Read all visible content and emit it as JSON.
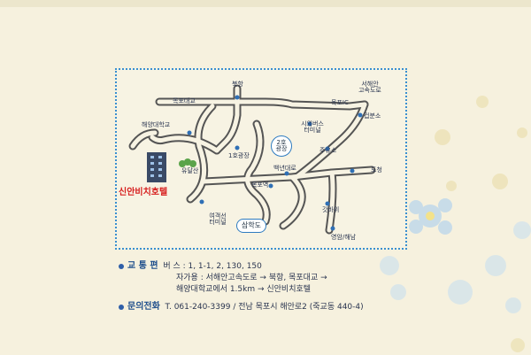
{
  "map": {
    "labels": {
      "north_port": "북항",
      "mokpo_bridge": "목포대교",
      "west_coast_expressway": "서해안\n고속도로",
      "ic": "목포IC",
      "compost": "컵분소",
      "maritime_univ": "해양대학교",
      "city_bus_terminal": "시외버스\n터미널",
      "yudalsan": "유달산",
      "first_plaza": "1호광장",
      "second_plaza": "2호\n광장",
      "gas_station": "주유소",
      "baengnyeon_road": "백년대로",
      "dodo": "도청",
      "mokpo_station": "목포역",
      "yeogaekseon_terminal": "여객선\n터미널",
      "samhakdo": "삼학도",
      "gatbawi": "갓바위",
      "yeongam_haenam": "영암/해남"
    },
    "hotel_name": "신안비치호텔"
  },
  "info": {
    "transport_title": "교 통 편",
    "bus_label": "버   스 : 1, 1-1, 2, 130, 150",
    "car_line1": "자가용 : 서해안고속도로 → 북항, 목포대교 →",
    "car_line2": "해양대학교에서 1.5km → 신안비치호텔",
    "contact_title": "문의전화",
    "contact_text": "T. 061-240-3399 / 전남 목포시 해안로2 (죽교동 440-4)"
  },
  "colors": {
    "road": "#5a5a5a",
    "frame": "#3a8fd0",
    "hotel": "#d71f1f",
    "heading": "#1f4f8c"
  }
}
